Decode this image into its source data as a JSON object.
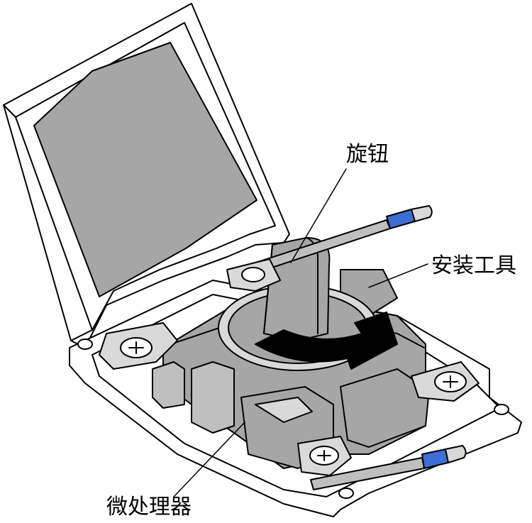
{
  "callouts": {
    "knob": "旋钮",
    "installation_tool": "安装工具",
    "microprocessor": "微处理器"
  },
  "colors": {
    "line": "#000000",
    "gray_fill": "#a6a6a6",
    "light_gray": "#d9d9d9",
    "handle_tip": "#3b6fd4",
    "arrow": "#000000",
    "background": "#ffffff"
  },
  "icons": [
    "rotation-arrow-icon",
    "screw-icon"
  ]
}
